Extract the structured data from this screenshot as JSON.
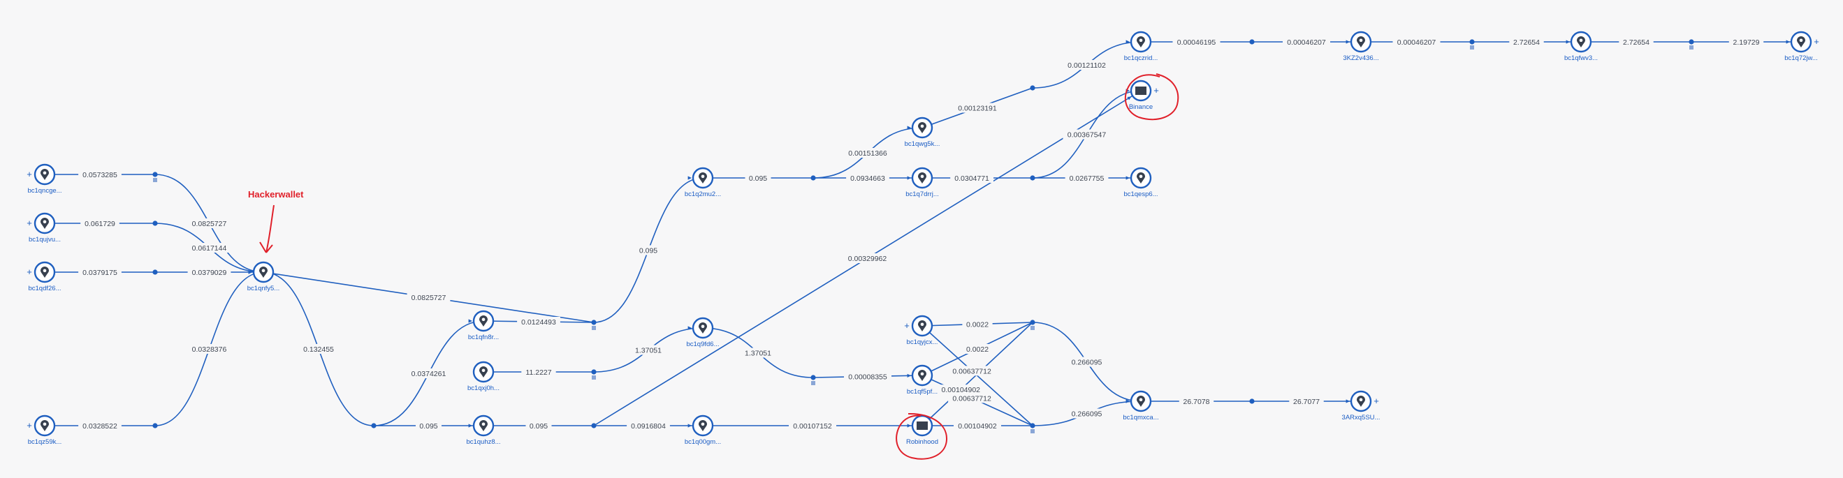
{
  "colors": {
    "edge": "#1f5fbf",
    "node_label": "#1a5cc4",
    "annotation": "#e0202a",
    "background": "#f7f7f8"
  },
  "annotation": {
    "text": "Hackerwallet"
  },
  "nodes": [
    {
      "id": "n1",
      "label": "bc1qncge...",
      "icon": "location-pin-icon",
      "plus": "left"
    },
    {
      "id": "n2",
      "label": "bc1qujvu...",
      "icon": "location-pin-icon",
      "plus": "left"
    },
    {
      "id": "n3",
      "label": "bc1qdf26...",
      "icon": "location-pin-icon",
      "plus": "left"
    },
    {
      "id": "n4",
      "label": "bc1qz59k...",
      "icon": "location-pin-icon",
      "plus": "left"
    },
    {
      "id": "hw",
      "label": "bc1qnfy5...",
      "icon": "location-pin-icon"
    },
    {
      "id": "n5",
      "label": "bc1qfn8r...",
      "icon": "location-pin-icon"
    },
    {
      "id": "n6",
      "label": "bc1qxj0h...",
      "icon": "location-pin-icon"
    },
    {
      "id": "n7",
      "label": "bc1quhz8...",
      "icon": "location-pin-icon"
    },
    {
      "id": "n8",
      "label": "bc1q2mu2...",
      "icon": "location-pin-icon"
    },
    {
      "id": "n9",
      "label": "bc1q9fd6...",
      "icon": "location-pin-icon"
    },
    {
      "id": "n10",
      "label": "bc1q00gm...",
      "icon": "location-pin-icon"
    },
    {
      "id": "n11",
      "label": "bc1qwg5k...",
      "icon": "location-pin-icon"
    },
    {
      "id": "n12",
      "label": "bc1q7drrj...",
      "icon": "location-pin-icon"
    },
    {
      "id": "n13",
      "label": "bc1qyjcx...",
      "icon": "location-pin-icon",
      "plus": "left"
    },
    {
      "id": "n14",
      "label": "bc1qf5pf...",
      "icon": "location-pin-icon"
    },
    {
      "id": "rh",
      "label": "Robinhood",
      "icon": "exchange-icon"
    },
    {
      "id": "n15",
      "label": "bc1qczrid...",
      "icon": "location-pin-icon"
    },
    {
      "id": "bn",
      "label": "Binance",
      "icon": "exchange-icon",
      "plus": "right"
    },
    {
      "id": "n16",
      "label": "bc1qesp6...",
      "icon": "location-pin-icon"
    },
    {
      "id": "n17",
      "label": "bc1qmxca...",
      "icon": "location-pin-icon"
    },
    {
      "id": "n18",
      "label": "3ARxq5SU...",
      "icon": "location-pin-icon",
      "plus": "right"
    },
    {
      "id": "n19",
      "label": "3KZ2v436...",
      "icon": "location-pin-icon"
    },
    {
      "id": "n20",
      "label": "bc1qfwv3...",
      "icon": "location-pin-icon"
    },
    {
      "id": "n21",
      "label": "bc1q72jw...",
      "icon": "location-pin-icon",
      "plus": "right"
    }
  ],
  "edges": [
    {
      "from": "n1",
      "to": "hw",
      "amount": "0.0573285"
    },
    {
      "from": "n1",
      "to": "hw",
      "amount": "0.0825727"
    },
    {
      "from": "n2",
      "to": "hw",
      "amount": "0.061729"
    },
    {
      "from": "n2",
      "to": "hw",
      "amount": "0.0617144"
    },
    {
      "from": "n3",
      "to": "hw",
      "amount": "0.0379175"
    },
    {
      "from": "n3",
      "to": "hw",
      "amount": "0.0379029"
    },
    {
      "from": "n4",
      "to": "hw",
      "amount": "0.0328522"
    },
    {
      "from": "n4",
      "to": "hw",
      "amount": "0.0328376"
    },
    {
      "from": "hw",
      "to": "n8",
      "amount": "0.0825727"
    },
    {
      "from": "hw",
      "to": "n7",
      "amount": "0.132455"
    },
    {
      "from": "hw",
      "to": "n5",
      "amount": "0.0374261"
    },
    {
      "from": "hw",
      "to": "n7",
      "amount": "0.095"
    },
    {
      "from": "n5",
      "to": "n8",
      "amount": "0.0124493"
    },
    {
      "from": "n8",
      "to": "n8",
      "amount": "0.095"
    },
    {
      "from": "n6",
      "to": "n9",
      "amount": "11.2227"
    },
    {
      "from": "n6",
      "to": "n9",
      "amount": "1.37051"
    },
    {
      "from": "n7",
      "to": "n10",
      "amount": "0.095"
    },
    {
      "from": "n7",
      "to": "bn",
      "amount": "0.00329962"
    },
    {
      "from": "n7",
      "to": "n10",
      "amount": "0.0916804"
    },
    {
      "from": "n9",
      "to": "n14",
      "amount": "1.37051"
    },
    {
      "from": "n9",
      "to": "n14",
      "amount": "0.00008355"
    },
    {
      "from": "n10",
      "to": "rh",
      "amount": "0.00107152"
    },
    {
      "from": "n10",
      "to": "rh",
      "amount": "0.00104902"
    },
    {
      "from": "n8",
      "to": "n12",
      "amount": "0.095"
    },
    {
      "from": "n8",
      "to": "n11",
      "amount": "0.00151366"
    },
    {
      "from": "n8",
      "to": "n12",
      "amount": "0.0934663"
    },
    {
      "from": "n11",
      "to": "n15",
      "amount": "0.00123191"
    },
    {
      "from": "n11",
      "to": "n15",
      "amount": "0.00121102"
    },
    {
      "from": "n12",
      "to": "bn",
      "amount": "0.0304771"
    },
    {
      "from": "n12",
      "to": "bn",
      "amount": "0.00367547"
    },
    {
      "from": "n12",
      "to": "n16",
      "amount": "0.0267755"
    },
    {
      "from": "n15",
      "to": "n19",
      "amount": "0.00046195"
    },
    {
      "from": "n15",
      "to": "n19",
      "amount": "0.00046207"
    },
    {
      "from": "n19",
      "to": "n20",
      "amount": "0.00046207"
    },
    {
      "from": "n19",
      "to": "n20",
      "amount": "2.72654"
    },
    {
      "from": "n20",
      "to": "n21",
      "amount": "2.72654"
    },
    {
      "from": "n20",
      "to": "n21",
      "amount": "2.19729"
    },
    {
      "from": "n13",
      "to": "n17",
      "amount": "0.0022"
    },
    {
      "from": "n13",
      "to": "n17",
      "amount": "0.00637712"
    },
    {
      "from": "n14",
      "to": "n17",
      "amount": "0.0022"
    },
    {
      "from": "n14",
      "to": "n17",
      "amount": "0.00637712"
    },
    {
      "from": "rh",
      "to": "n17",
      "amount": "0.00104902"
    },
    {
      "from": "n17",
      "to": "n17",
      "amount": "0.266095"
    },
    {
      "from": "n17",
      "to": "n17",
      "amount": "0.266095"
    },
    {
      "from": "n17",
      "to": "n18",
      "amount": "26.7078"
    },
    {
      "from": "n17",
      "to": "n18",
      "amount": "26.7077"
    }
  ]
}
